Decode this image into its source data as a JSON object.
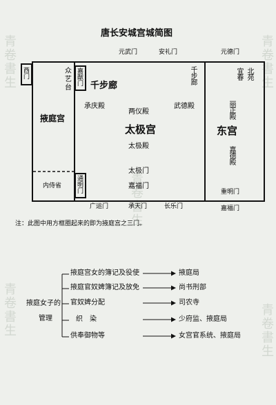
{
  "watermark": {
    "left_top": "青卷書生",
    "right_top": "青卷書生",
    "left_bottom": "青卷書生",
    "right_bottom": "青卷書生",
    "center": "青卷書生"
  },
  "map": {
    "title": "唐长安城宫城简图",
    "gates_top": [
      "元武门",
      "安礼门",
      "元德门"
    ],
    "gate_west": "西门",
    "boxed_gate_top": "嘉猷门",
    "boxed_gate_bottom": "通明门",
    "zhongyi_tai": "众艺台",
    "qianbu_lang_main": "千步廊",
    "qianbu_lang_right": "千步廊",
    "north_garden": "北苑",
    "yichun": "宜春",
    "chengqing_dian": "承庆殿",
    "liangyi_dian": "两仪殿",
    "wude_dian": "武德殿",
    "yeting_gong": "掖庭宫",
    "taiji_gong": "太极宫",
    "taiji_dian": "太极殿",
    "donggong": "东宫",
    "lizheng_dian": "丽正殿",
    "jiade_dian": "嘉德殿",
    "taiji_men": "太极门",
    "jiafu_men": "嘉福门",
    "neishi_sheng": "内侍省",
    "chongming_men": "重明门",
    "gates_bottom": [
      "广运门",
      "承天门",
      "长乐门"
    ],
    "jiafu_men_bottom": "嘉福门"
  },
  "note": "注：此图中用方框圈起来的即为掖庭宫之三门。",
  "chart": {
    "root_line1": "掖庭女子的",
    "root_line2": "管理",
    "rows": [
      {
        "task": "掖庭宫女的簿记及役使",
        "dept": "掖庭局"
      },
      {
        "task": "掖庭官奴婢簿记及放免",
        "dept": "尚书刑部"
      },
      {
        "task": "官奴婢分配",
        "dept": "司农寺"
      },
      {
        "task": "织　染",
        "dept": "少府监、掖庭局"
      },
      {
        "task": "供奉御物等",
        "dept": "女宫官系统、掖庭局"
      }
    ]
  }
}
